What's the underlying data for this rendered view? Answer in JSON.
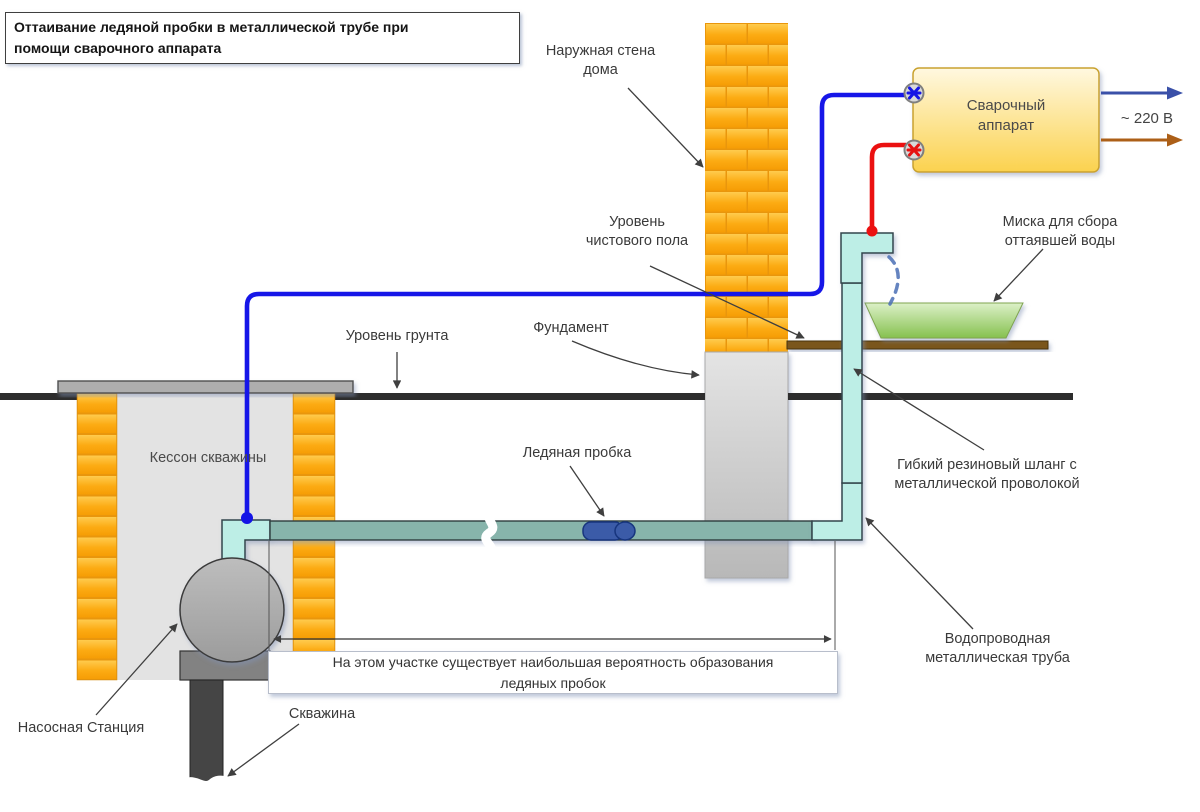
{
  "title": "Оттаивание ледяной пробки в металлической трубе при\nпомощи сварочного аппарата",
  "labels": {
    "wall": "Наружная стена\nдома",
    "floor_level": "Уровень\nчистового пола",
    "foundation": "Фундамент",
    "ground_level": "Уровень грунта",
    "caisson": "Кессон скважины",
    "ice_plug": "Ледяная пробка",
    "bowl": "Миска для сбора\nоттаявшей воды",
    "hose": "Гибкий резиновый шланг с\nметаллической проволокой",
    "metal_pipe": "Водопроводная\nметаллическая труба",
    "pump": "Насосная Станция",
    "well": "Скважина",
    "note": "На этом участке существует наибольшая вероятность образования\nледяных пробок",
    "welder": "Сварочный\nаппарат",
    "power": "~ 220 В"
  },
  "colors": {
    "wire_blue": "#1616e8",
    "wire_red": "#eb1111",
    "arrow_phase_blue": "#3a50a8",
    "arrow_phase_brown": "#ac5f17",
    "pipe_metal": "#87b4ab",
    "pipe_hose": "#bdeee6",
    "ice_plug": "#3b5ba8",
    "brick_orange": "#fba70e",
    "welder_yellow": "#fad351",
    "bowl_green": "#8cc653",
    "shelf_brown": "#7a571b",
    "ground_dark": "#2d2d2d",
    "leader_arrow": "#3f3f3f"
  }
}
